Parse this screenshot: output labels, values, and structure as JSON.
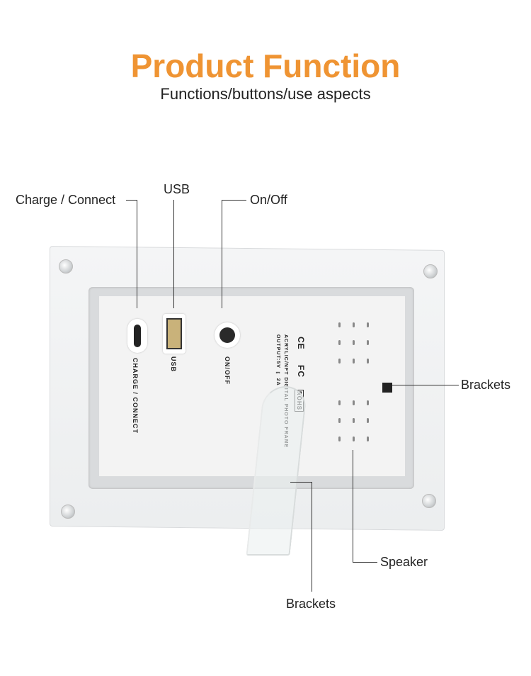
{
  "header": {
    "title": "Product Function",
    "subtitle": "Functions/buttons/use aspects"
  },
  "callouts": {
    "charge": "Charge / Connect",
    "usb": "USB",
    "onoff": "On/Off",
    "brackets_right": "Brackets",
    "speaker": "Speaker",
    "brackets_bottom": "Brackets"
  },
  "device": {
    "charge_label": "CHARGE / CONNECT",
    "usb_label": "USB",
    "onoff_label": "ON/OFF",
    "product_name": "ACRYLIC/NFT DIGITAL PHOTO FRAME",
    "output": "OUTPUT:5V ⎓ 2A",
    "ce": "CE",
    "fc": "FC",
    "rohs": "ROHS"
  },
  "colors": {
    "accent": "#ef9433"
  }
}
